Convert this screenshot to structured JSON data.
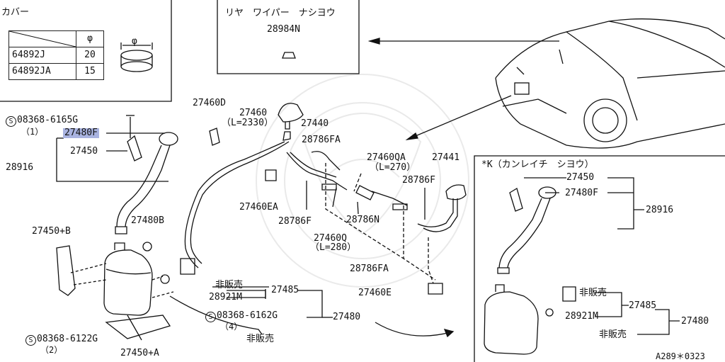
{
  "cover_box": {
    "title": "カバー",
    "phi_header": "φ",
    "rows": [
      {
        "part": "64892J",
        "value": "20"
      },
      {
        "part": "64892JA",
        "value": "15"
      }
    ],
    "phi_symbol": "φ"
  },
  "rear_wiper_box": {
    "title": "リヤ　ワイパー　ナシヨウ",
    "part": "28984N"
  },
  "cold_box": {
    "title": "*K（カンレイチ　シヨウ）",
    "labels": [
      "27450",
      "27480F",
      "28916",
      "非販売",
      "28921M",
      "27485",
      "27480",
      "非販売"
    ]
  },
  "labels": {
    "bolt1": "08368-6165G",
    "bolt1_qty": "（1）",
    "p27480F": "27480F",
    "p27450": "27450",
    "p28916": "28916",
    "p27460D": "27460D",
    "p27460": "27460",
    "p27460_len": "（L=2330）",
    "p27440": "27440",
    "p28786FA": "28786FA",
    "p27460QA": "27460QA",
    "p27460QA_len": "（L=270）",
    "p27441": "27441",
    "p28786F_right": "28786F",
    "p27460EA": "27460EA",
    "p28786F": "28786F",
    "p28786N": "28786N",
    "p27460Q": "27460Q",
    "p27460Q_len": "（L=280）",
    "p28786FA_low": "28786FA",
    "p27460E": "27460E",
    "p27480B": "27480B",
    "p27450B": "27450+B",
    "not_sold1": "非販売",
    "p28921M": "28921M",
    "p27485": "27485",
    "bolt2": "08368-6162G",
    "bolt2_qty": "（4）",
    "p27480": "27480",
    "not_sold2": "非販売",
    "bolt3": "08368-6122G",
    "bolt3_qty": "（2）",
    "p27450A": "27450+A",
    "s_mark": "S",
    "ref": "A289＊0323"
  },
  "colors": {
    "highlight": "#a9b3e0",
    "line": "#111111"
  }
}
